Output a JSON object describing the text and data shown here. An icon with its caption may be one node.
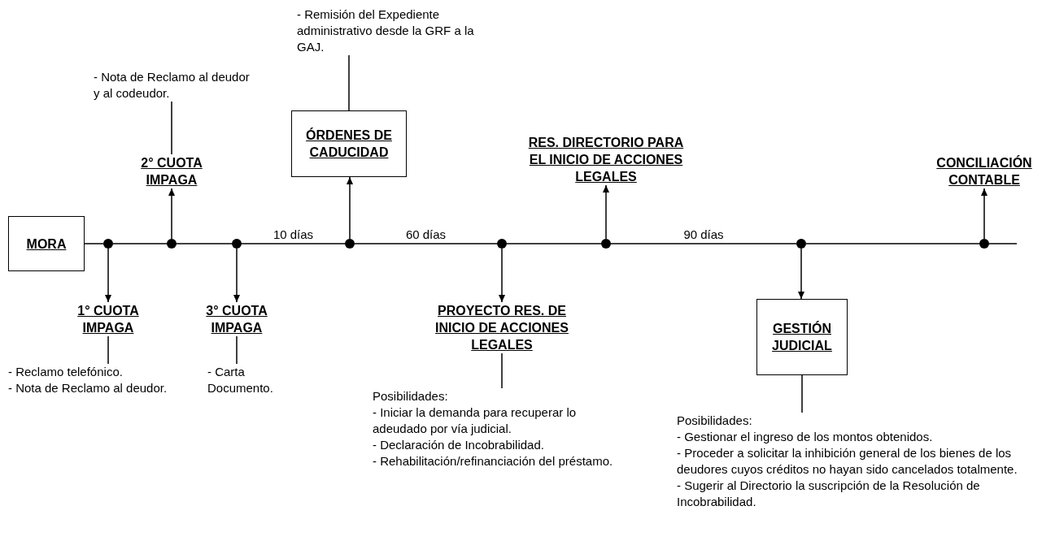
{
  "diagram": {
    "nodes": [
      {
        "text": [
          "MORA"
        ]
      },
      {
        "text": [],
        "shape": "circle"
      },
      {
        "text": [
          "1° CUOTA IMPAGA"
        ]
      },
      {
        "text": [
          "- Reclamo telefónico.",
          "- Nota de Reclamo al deudor."
        ]
      },
      {
        "text": [],
        "shape": "circle"
      },
      {
        "text": [
          "2° CUOTA IMPAGA"
        ]
      },
      {
        "text": [
          "- Nota de Reclamo al deudor y al codeudor."
        ]
      },
      {
        "text": [],
        "shape": "circle"
      },
      {
        "text": [
          "3° CUOTA IMPAGA"
        ]
      },
      {
        "text": [
          "- Carta Documento."
        ]
      },
      {
        "text": [],
        "shape": "circle"
      },
      {
        "text": [
          "ÓRDENES DE CADUCIDAD"
        ]
      },
      {
        "text": [
          "- Remisión del Expediente administrativo desde la GRF a la GAJ."
        ]
      },
      {
        "text": [],
        "shape": "circle"
      },
      {
        "text": [
          "PROYECTO RES. DE INICIO DE ACCIONES LEGALES"
        ]
      },
      {
        "text": [
          "Posibilidades:",
          "- Iniciar la demanda para recuperar lo adeudado por vía judicial.",
          "- Declaración de Incobrabilidad.",
          "- Rehabilitación/refinanciación del préstamo."
        ]
      },
      {
        "text": [],
        "shape": "circle"
      },
      {
        "text": [
          "RES. DIRECTORIO PARA EL INICIO DE ACCIONES LEGALES"
        ]
      },
      {
        "text": [],
        "shape": "circle"
      },
      {
        "text": [
          "GESTIÓN JUDICIAL"
        ]
      },
      {
        "text": [
          "Posibilidades:",
          "- Gestionar el ingreso de los montos obtenidos.",
          "- Proceder a solicitar la inhibición general de los bienes de los deudores cuyos créditos no hayan sido cancelados totalmente.",
          "- Sugerir al Directorio la suscripción de la Resolución de Incobrabilidad."
        ]
      },
      {
        "text": [],
        "shape": "circle"
      },
      {
        "text": [
          "CONCILIACIÓN CONTABLE"
        ]
      }
    ],
    "edges": [
      {
        "from": 0,
        "to": 1,
        "arrow": "none"
      },
      {
        "from": 1,
        "to": 4,
        "arrow": "none"
      },
      {
        "from": 4,
        "to": 7,
        "arrow": "none"
      },
      {
        "from": 7,
        "to": 10,
        "arrow": "none",
        "label": "10 días"
      },
      {
        "from": 10,
        "to": 13,
        "arrow": "none",
        "label": "60 días"
      },
      {
        "from": 13,
        "to": 16,
        "arrow": "none"
      },
      {
        "from": 16,
        "to": 18,
        "arrow": "none",
        "label": "90 días"
      },
      {
        "from": 18,
        "to": 21,
        "arrow": "none"
      },
      {
        "from": 21,
        "to": null,
        "arrow": "none"
      },
      {
        "from": 1,
        "to": 2,
        "arrow": "to"
      },
      {
        "from": 2,
        "to": 3,
        "arrow": "none"
      },
      {
        "from": 4,
        "to": 5,
        "arrow": "to"
      },
      {
        "from": 5,
        "to": 6,
        "arrow": "none"
      },
      {
        "from": 7,
        "to": 8,
        "arrow": "to"
      },
      {
        "from": 8,
        "to": 9,
        "arrow": "none"
      },
      {
        "from": 10,
        "to": 11,
        "arrow": "to"
      },
      {
        "from": 11,
        "to": 12,
        "arrow": "none"
      },
      {
        "from": 13,
        "to": 14,
        "arrow": "to"
      },
      {
        "from": 14,
        "to": 15,
        "arrow": "none"
      },
      {
        "from": 16,
        "to": 17,
        "arrow": "to"
      },
      {
        "from": 18,
        "to": 19,
        "arrow": "to"
      },
      {
        "from": 19,
        "to": 20,
        "arrow": "none"
      },
      {
        "from": 21,
        "to": 22,
        "arrow": "to"
      }
    ]
  }
}
